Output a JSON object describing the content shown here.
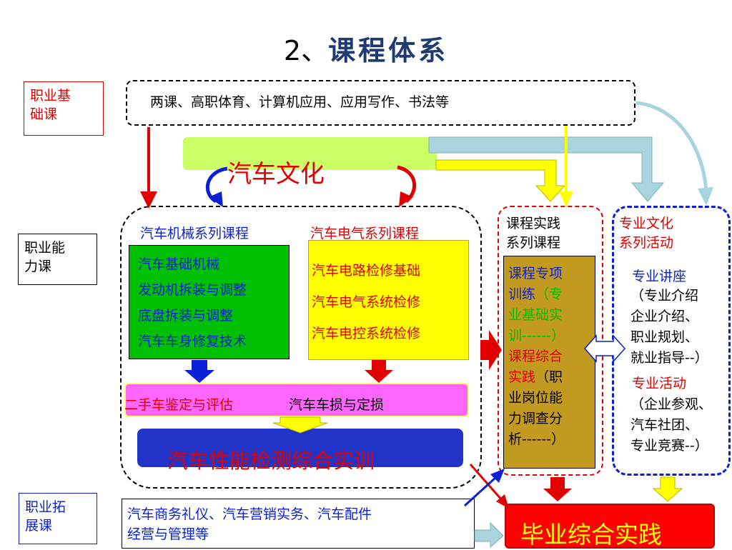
{
  "title": {
    "prefix": "2、",
    "main": "课程体系"
  },
  "side_labels": {
    "basic": "职业基\n础课",
    "ability": "职业能\n力课",
    "extend": "职业拓\n展课"
  },
  "basic_courses": "两课、高职体育、计算机应用、应用写作、书法等",
  "auto_culture": "汽车文化",
  "mech_series": {
    "title": "汽车机械系列课程",
    "items": [
      "汽车基础机械",
      "发动机拆装与调整",
      "底盘拆装与调整",
      "汽车车身修复技术"
    ]
  },
  "elec_series": {
    "title": "汽车电气系列课程",
    "items": [
      "汽车电路检修基础",
      "汽车电气系统检修",
      "汽车电控系统检修"
    ]
  },
  "pink_bar": {
    "left": "二手车鉴定与评估",
    "right": "汽车车损与定损"
  },
  "blue_bar": "汽车性能检测综合实训",
  "practice": {
    "title": "课程实践\n系列课程",
    "special_a": "课程专项\n训练",
    "special_b": "（专\n业基础实\n训------）",
    "comp_a": "课程综合\n实践",
    "comp_b": "（职\n业岗位能\n力调查分\n析------）"
  },
  "culture_activities": {
    "title": "专业文化\n系列活动",
    "lecture": "专业讲座",
    "lecture_detail": "（专业介绍\n企业介绍、\n职业规划、\n就业指导--）",
    "activity": "专业活动",
    "activity_detail": "（企业参观、\n汽车社团、\n专业竞赛--）"
  },
  "extend_courses": "汽车商务礼仪、汽车营销实务、汽车配件\n经营与管理等",
  "graduation": "毕业综合实践",
  "colors": {
    "red": "#e00000",
    "blue": "#0a1fd6",
    "navy": "#1f3a73",
    "green": "#00c000",
    "yellow": "#ffff00",
    "lime": "#ccff66",
    "pink": "#ff66ff",
    "brown": "#c39a20",
    "light_blue": "#a9d3dd"
  }
}
